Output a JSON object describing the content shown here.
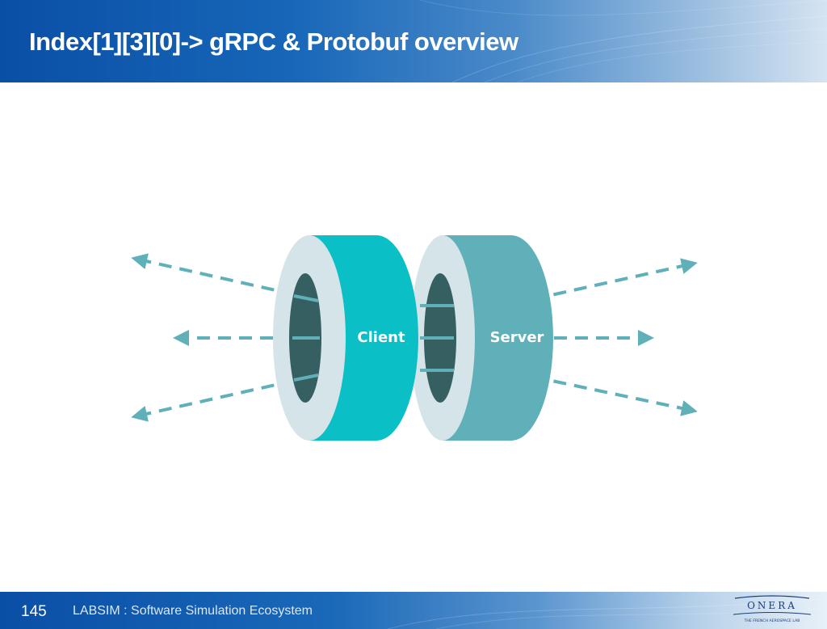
{
  "slide": {
    "title": "Index[1][3][0]-> gRPC & Protobuf overview",
    "page_number": "145",
    "footer_text": "LABSIM : Software Simulation Ecosystem"
  },
  "diagram": {
    "client_label": "Client",
    "server_label": "Server",
    "colors": {
      "client": "#0bbfc6",
      "server": "#5fb0b8",
      "ring_face": "#d5e4e8",
      "hole": "#355f60",
      "arrow": "#5fb0b8"
    }
  },
  "logo": {
    "name": "ONERA",
    "tagline": "THE FRENCH AEROSPACE LAB",
    "icon": "onera-logo-icon"
  }
}
